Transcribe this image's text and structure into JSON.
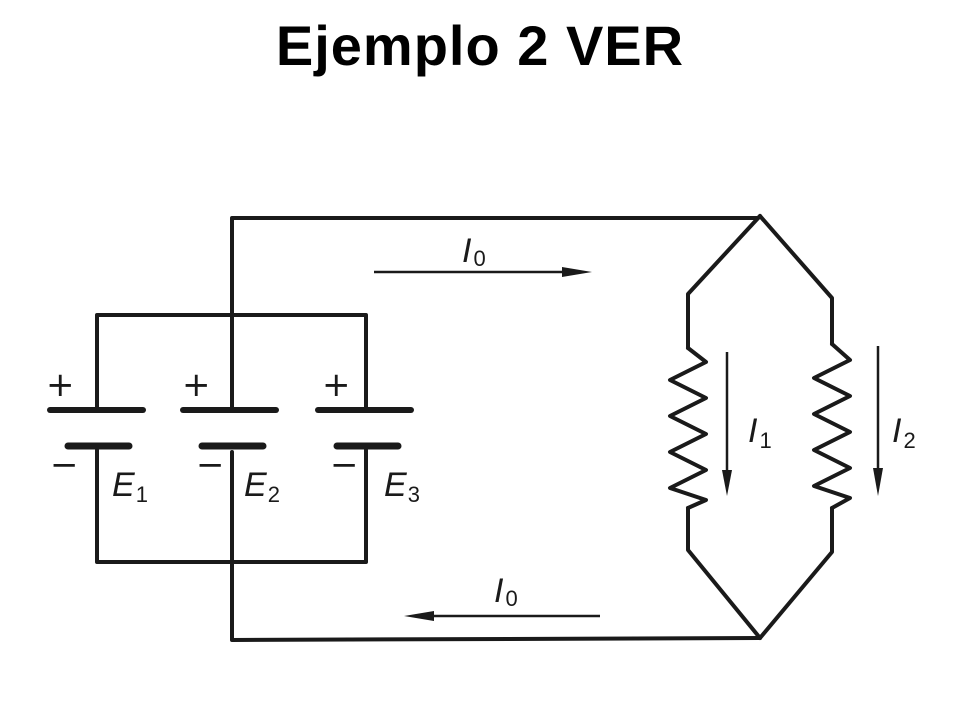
{
  "title": "Ejemplo 2 VER",
  "labels": {
    "i0": "I",
    "i0_sub": "0",
    "i1": "I",
    "i1_sub": "1",
    "i2": "I",
    "i2_sub": "2",
    "e": "E",
    "e1_sub": "1",
    "e2_sub": "2",
    "e3_sub": "3",
    "plus": "+",
    "minus": "−"
  },
  "colors": {
    "line": "#1a1a1a",
    "title": "#000000",
    "background": "#ffffff"
  }
}
